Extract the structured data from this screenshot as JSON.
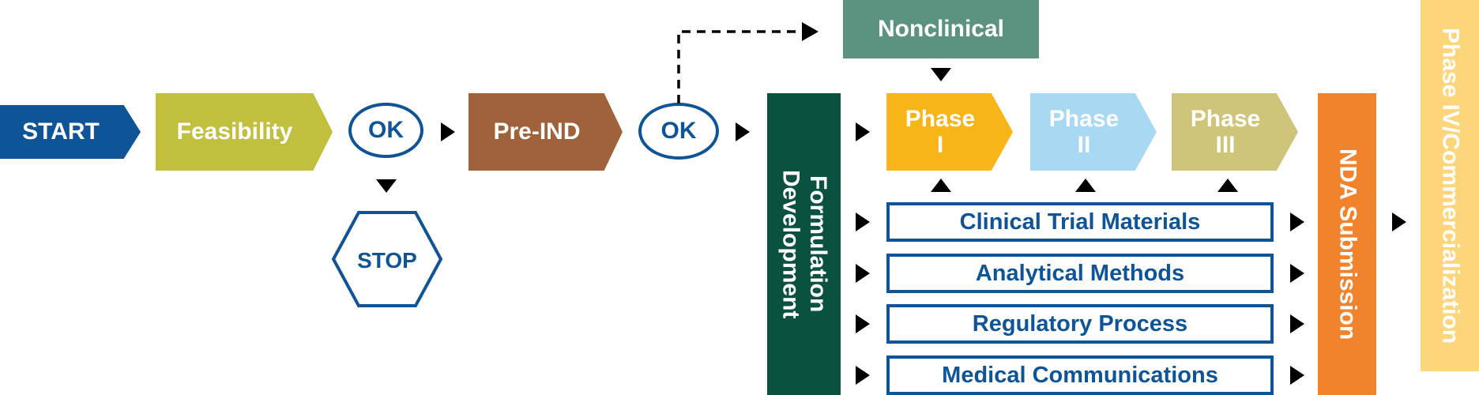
{
  "flow": {
    "start_label": "START",
    "feasibility_label": "Feasibility",
    "ok_label_1": "OK",
    "stop_label": "STOP",
    "preind_label": "Pre-IND",
    "ok_label_2": "OK",
    "nonclinical_label": "Nonclinical",
    "formulation_label_line1": "Formulation",
    "formulation_label_line2": "Development",
    "phases": [
      {
        "line1": "Phase",
        "line2": "I"
      },
      {
        "line1": "Phase",
        "line2": "II"
      },
      {
        "line1": "Phase",
        "line2": "III"
      }
    ],
    "tracks": [
      "Clinical Trial Materials",
      "Analytical Methods",
      "Regulatory Process",
      "Medical Communications"
    ],
    "nda_label": "NDA Submission",
    "phase4_label": "Phase IV/Commercialization"
  },
  "colors": {
    "start": "#0e5496",
    "feasibility": "#c2bf3f",
    "preind": "#a0623a",
    "ok_border": "#0e5496",
    "stop_border": "#0e5496",
    "nonclinical": "#5b9280",
    "formulation": "#0b5142",
    "phase1": "#f7b518",
    "phase2": "#a9d8f2",
    "phase3": "#cfc57a",
    "track_border": "#0e5496",
    "nda": "#f0832b",
    "phase4": "#fdd57a"
  }
}
